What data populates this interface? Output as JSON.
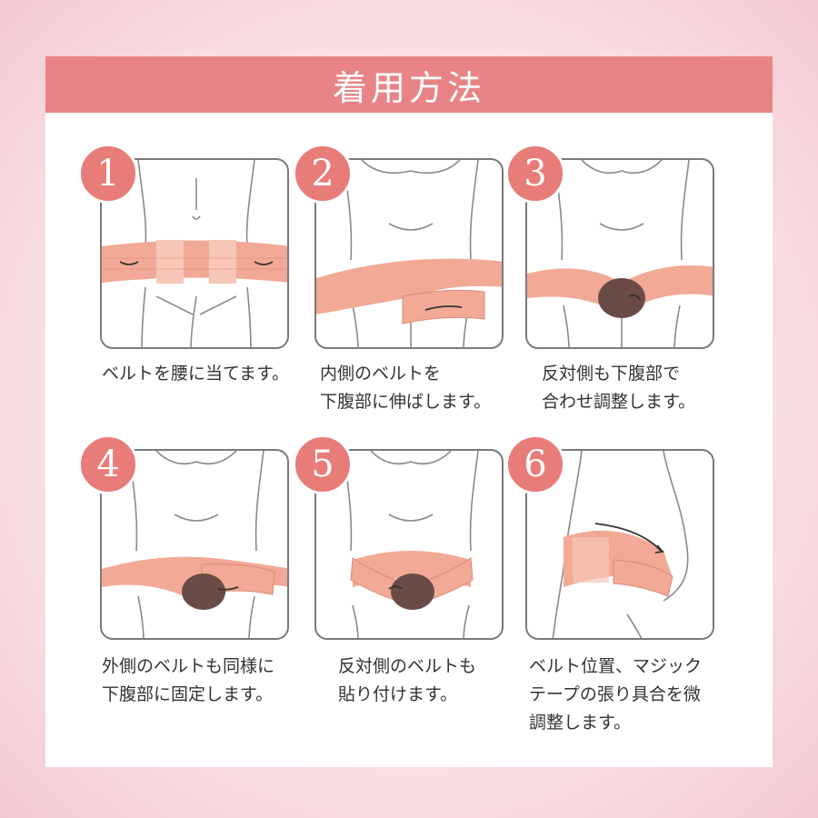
{
  "title": "着用方法",
  "colors": {
    "accent": "#e88486",
    "number_badge": "#e87c79",
    "belt": "#f2a995",
    "belly_patch": "#6b4b45",
    "background": "#f8dde2"
  },
  "steps": [
    {
      "number": "1",
      "lines": [
        "ベルトを腰に当てます。"
      ]
    },
    {
      "number": "2",
      "lines": [
        "内側のベルトを",
        "下腹部に伸ばします。"
      ]
    },
    {
      "number": "3",
      "lines": [
        "反対側も下腹部で",
        "合わせ調整します。"
      ]
    },
    {
      "number": "4",
      "lines": [
        "外側のベルトも同様に",
        "下腹部に固定します。"
      ]
    },
    {
      "number": "5",
      "lines": [
        "反対側のベルトも",
        "貼り付けます。"
      ]
    },
    {
      "number": "6",
      "lines": [
        "ベルト位置、マジック",
        "テープの張り具合を微",
        "調整します。"
      ]
    }
  ]
}
